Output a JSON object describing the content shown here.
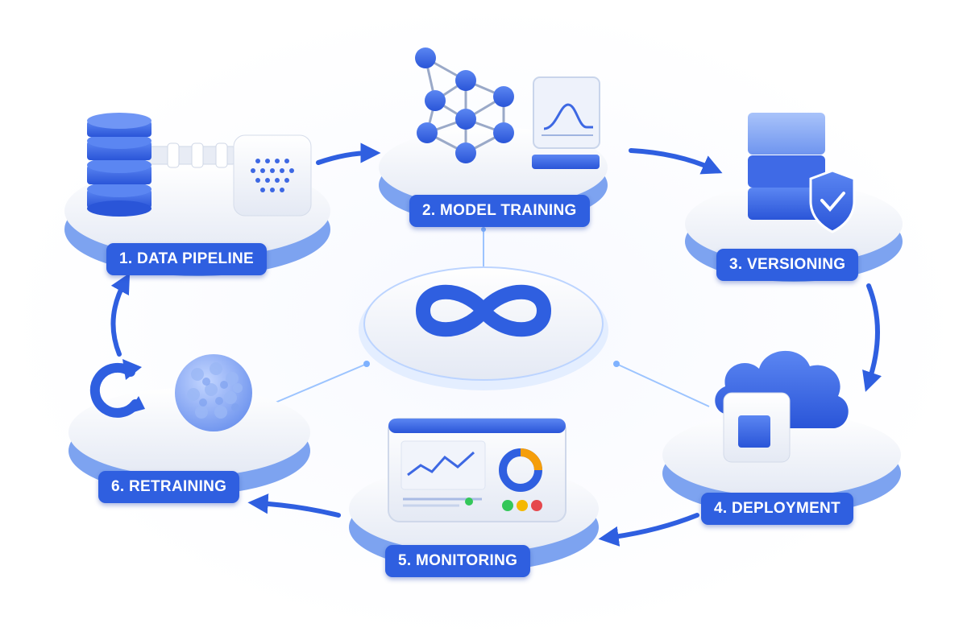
{
  "diagram": {
    "type": "cycle",
    "center_icon": "infinity-loop-icon",
    "colors": {
      "accent": "#2f5fe0",
      "accent_light": "#8fb0f5",
      "platform": "#f4f6fb",
      "platform_rim": "#7da3f0",
      "connector": "#9cc4ff",
      "status_green": "#34c759",
      "status_yellow": "#f5b800",
      "status_red": "#e5484d",
      "chart_orange": "#f59e0b"
    },
    "stages": [
      {
        "label": "1. DATA PIPELINE",
        "icon": "database-pipeline-icon"
      },
      {
        "label": "2. MODEL TRAINING",
        "icon": "neural-network-icon"
      },
      {
        "label": "3. VERSIONING",
        "icon": "stacked-blocks-shield-icon"
      },
      {
        "label": "4. DEPLOYMENT",
        "icon": "cloud-cube-icon"
      },
      {
        "label": "5. MONITORING",
        "icon": "dashboard-icon"
      },
      {
        "label": "6. RETRAINING",
        "icon": "refresh-brain-icon"
      }
    ]
  }
}
